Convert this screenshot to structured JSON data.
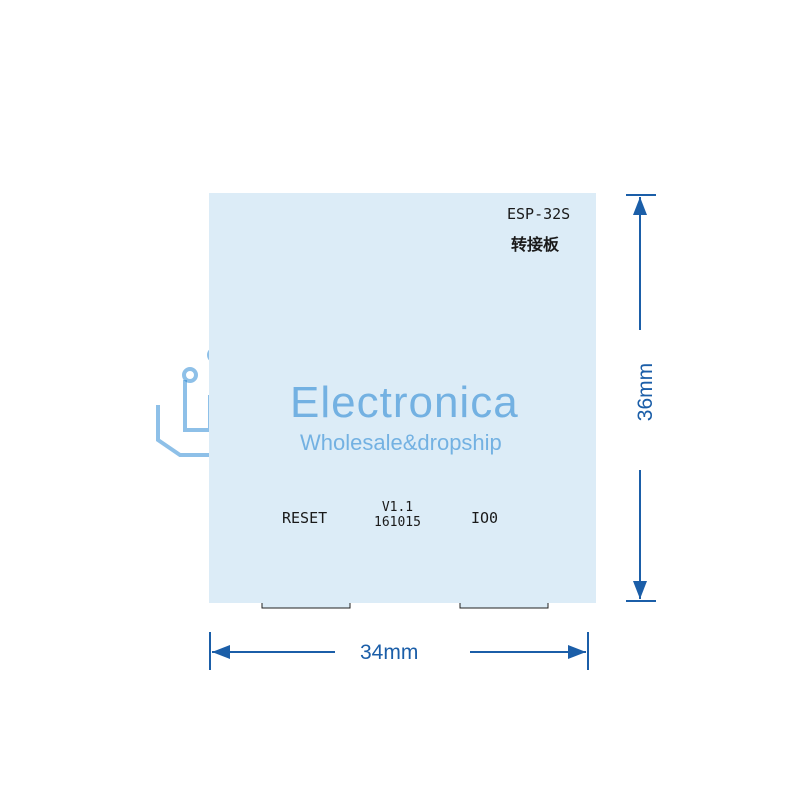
{
  "board": {
    "model_label": "ESP-32S",
    "cn_label": "转接板",
    "reset_label": "RESET",
    "io0_label": "IO0",
    "version": "V1.1",
    "date_code": "161015"
  },
  "dimensions": {
    "width_label": "34mm",
    "height_label": "36mm"
  },
  "watermark": {
    "brand": "Electronica",
    "tagline": "Wholesale&dropship",
    "logo_icon": "circuit-logo-icon"
  },
  "colors": {
    "board": "#dcecf7",
    "dimension": "#1b5ea8",
    "pad": "#5a5f66"
  }
}
